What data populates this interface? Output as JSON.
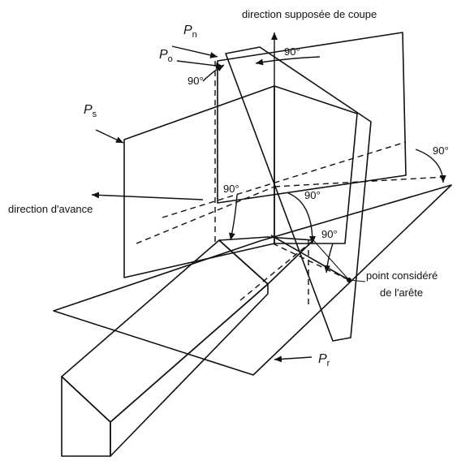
{
  "labels": {
    "direction_coupe": "direction supposée de coupe",
    "direction_avance": "direction d'avance",
    "point_line1": "point considéré",
    "point_line2": "de l'arête"
  },
  "planes": {
    "pn": {
      "letter": "P",
      "sub": "n"
    },
    "po": {
      "letter": "P",
      "sub": "o"
    },
    "ps": {
      "letter": "P",
      "sub": "s"
    },
    "pr": {
      "letter": "P",
      "sub": "r"
    }
  },
  "angles": {
    "a_top": "90°",
    "a_left": "90°",
    "a_right": "90°",
    "a_mid_left": "90°",
    "a_mid_right": "90°",
    "a_low": "90°"
  },
  "colors": {
    "ink": "#111111",
    "block_fill": "#dcdcdc",
    "paper": "#ffffff"
  }
}
